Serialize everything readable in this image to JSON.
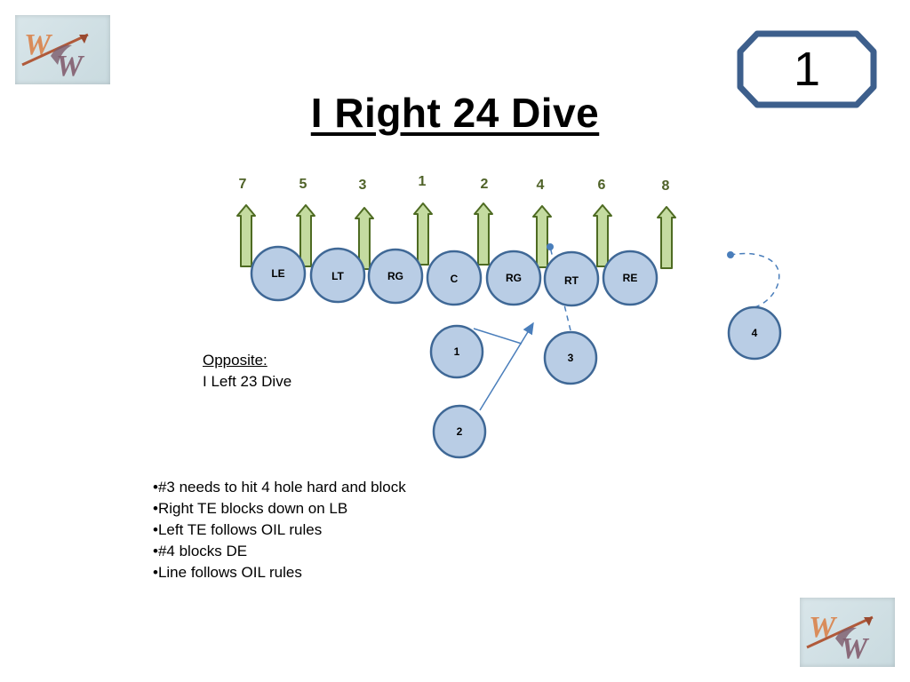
{
  "slide_number": "1",
  "title": "I Right 24 Dive",
  "hole_numbers": [
    "7",
    "5",
    "3",
    "1",
    "2",
    "4",
    "6",
    "8"
  ],
  "line_players": [
    "LE",
    "LT",
    "RG",
    "C",
    "RG",
    "RT",
    "RE"
  ],
  "backs": [
    "1",
    "2",
    "3",
    "4"
  ],
  "opposite": {
    "label": "Opposite:",
    "play": "I Left 23 Dive"
  },
  "notes": [
    "•#3 needs to hit 4 hole hard and block",
    "•Right TE blocks down on LB",
    "•Left TE follows OIL rules",
    "•#4 blocks DE",
    "•Line follows OIL rules"
  ],
  "colors": {
    "player_fill": "#b9cde5",
    "player_stroke": "#3f6896",
    "arrow_fill": "#c4dba0",
    "arrow_stroke": "#4e6b22",
    "hole_number_color": "#4f6228",
    "route_color": "#4a7ebb",
    "badge_stroke": "#3d5f8c"
  },
  "icons": {
    "logo": "ww-arrowhead-logo"
  }
}
